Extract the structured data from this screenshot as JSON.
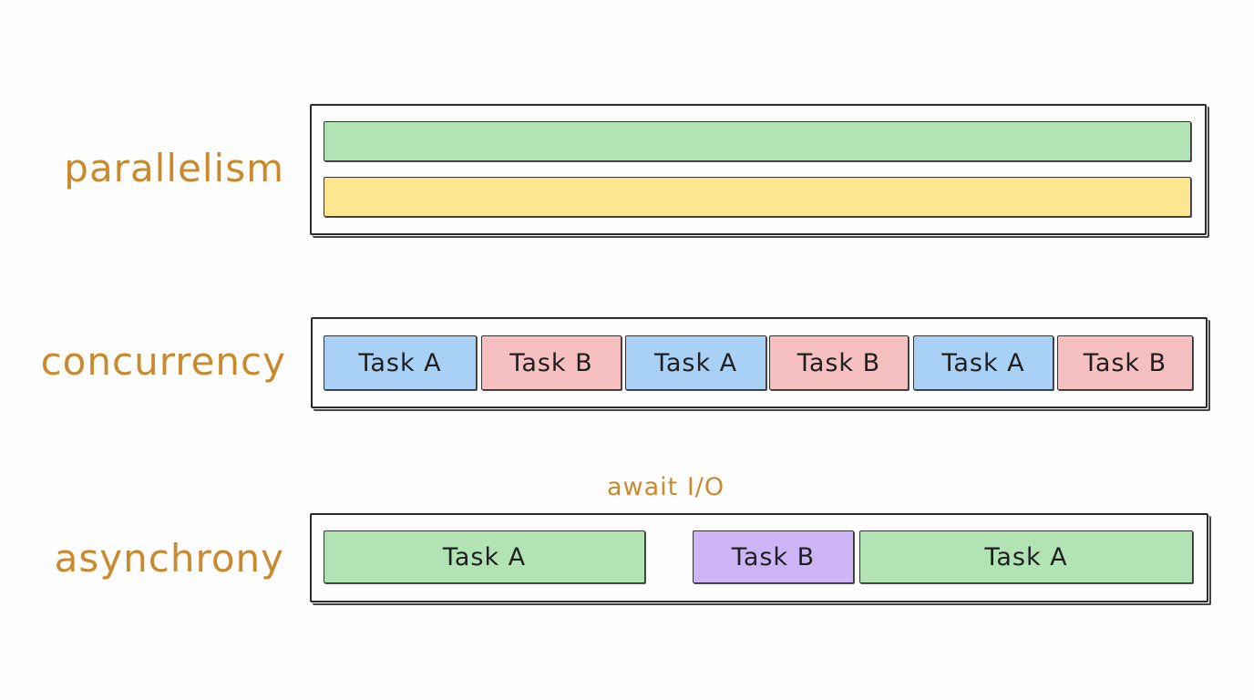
{
  "colors": {
    "label": "#c98a2e",
    "green": "#b2e3b4",
    "yellow": "#fde68f",
    "blue": "#a9d0f5",
    "pink": "#f6c0c0",
    "purple": "#cdb4f5",
    "outline": "#2b2b2b"
  },
  "parallelism": {
    "label": "parallelism",
    "bars": [
      {
        "color": "green"
      },
      {
        "color": "yellow"
      }
    ]
  },
  "concurrency": {
    "label": "concurrency",
    "tasks": [
      {
        "label": "Task A",
        "color": "blue"
      },
      {
        "label": "Task B",
        "color": "pink"
      },
      {
        "label": "Task A",
        "color": "blue"
      },
      {
        "label": "Task B",
        "color": "pink"
      },
      {
        "label": "Task A",
        "color": "blue"
      },
      {
        "label": "Task B",
        "color": "pink"
      }
    ]
  },
  "asynchrony": {
    "label": "asynchrony",
    "annotation": "await I/O",
    "tasks": [
      {
        "label": "Task A",
        "color": "green"
      },
      {
        "label": "Task B",
        "color": "purple"
      },
      {
        "label": "Task A",
        "color": "green"
      }
    ]
  }
}
